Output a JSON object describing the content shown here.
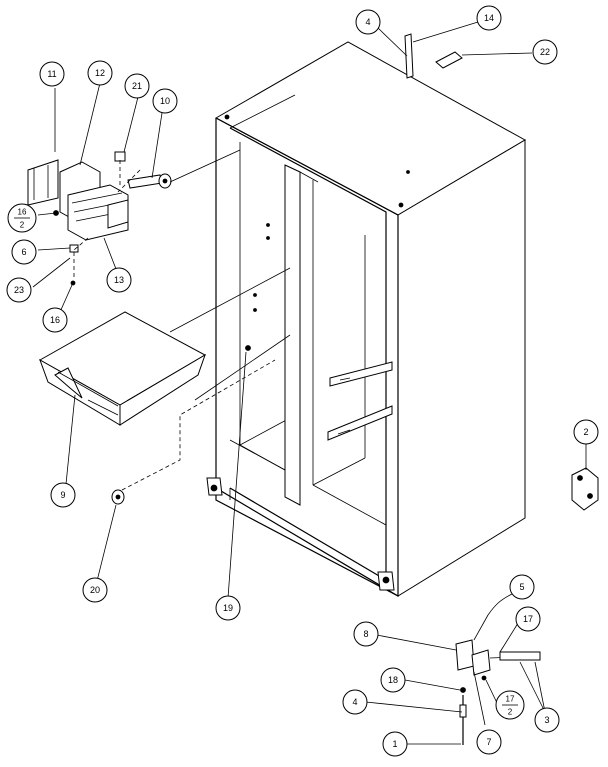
{
  "callouts": {
    "c1": "1",
    "c2": "2",
    "c3": "3",
    "c4_top": "4",
    "c4_bottom": "4",
    "c5": "5",
    "c6": "6",
    "c7": "7",
    "c8": "8",
    "c9": "9",
    "c10": "10",
    "c11": "11",
    "c12": "12",
    "c13": "13",
    "c14": "14",
    "c16": "16",
    "c17": "17",
    "c18": "18",
    "c19": "19",
    "c20": "20",
    "c21": "21",
    "c22": "22",
    "c23": "23",
    "frac16_num": "16",
    "frac16_den": "2",
    "frac17_num": "17",
    "frac17_den": "2"
  }
}
